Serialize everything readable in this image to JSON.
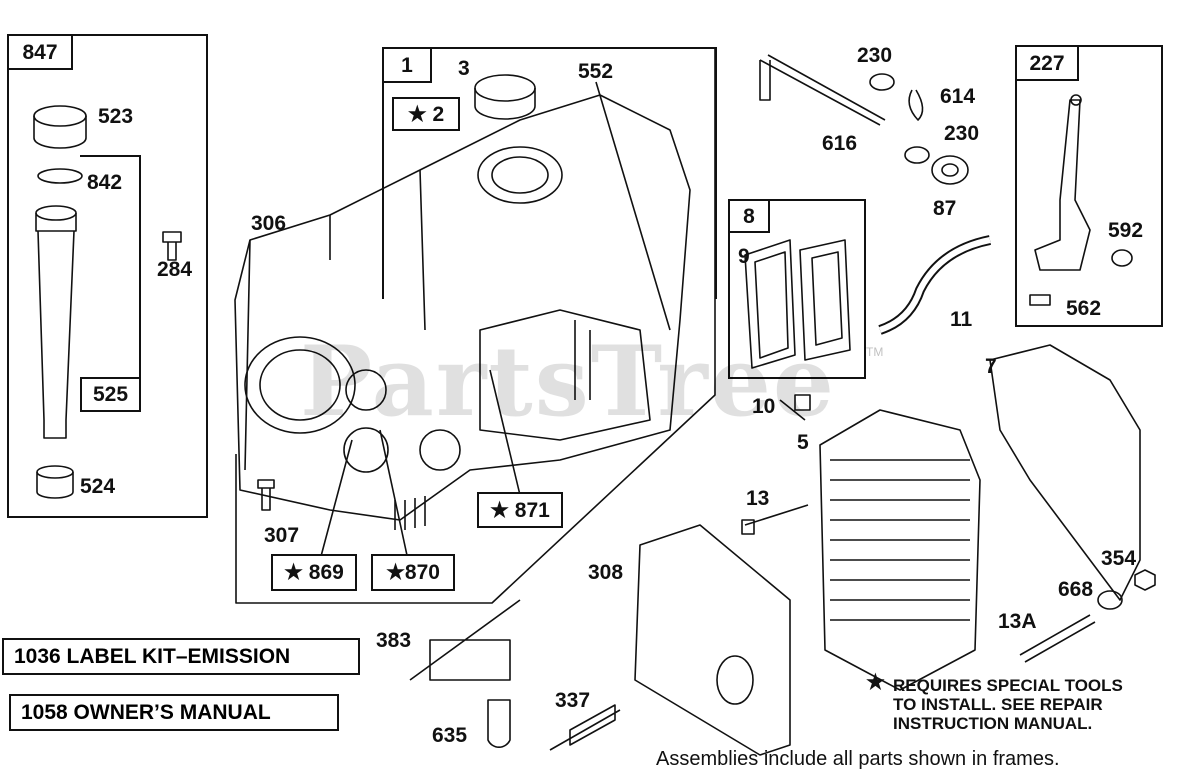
{
  "watermark": {
    "text": "PartsTree",
    "tm": "TM"
  },
  "frames": {
    "f847": "847",
    "f525": "525",
    "f1": "1",
    "f8": "8",
    "f227": "227"
  },
  "boxed_parts": {
    "p2": "★ 2",
    "p871": "★ 871",
    "p869": "★ 869",
    "p870": "★870"
  },
  "parts": {
    "p523": "523",
    "p842": "842",
    "p284": "284",
    "p524": "524",
    "p306": "306",
    "p307": "307",
    "p3": "3",
    "p552": "552",
    "p230a": "230",
    "p614": "614",
    "p616": "616",
    "p230b": "230",
    "p87": "87",
    "p9": "9",
    "p11": "11",
    "p592": "592",
    "p562": "562",
    "p7": "7",
    "p10": "10",
    "p5": "5",
    "p13": "13",
    "p308": "308",
    "p354": "354",
    "p668": "668",
    "p13A": "13A",
    "p383": "383",
    "p337": "337",
    "p635": "635"
  },
  "kits": {
    "label_kit": "1036 LABEL KIT–EMISSION",
    "owners_manual": "1058 OWNER’S MANUAL"
  },
  "note": {
    "star": "★",
    "line1": "REQUIRES SPECIAL TOOLS",
    "line2": "TO INSTALL.  SEE REPAIR",
    "line3": "INSTRUCTION MANUAL."
  },
  "footer": "Assemblies include all parts shown in frames."
}
